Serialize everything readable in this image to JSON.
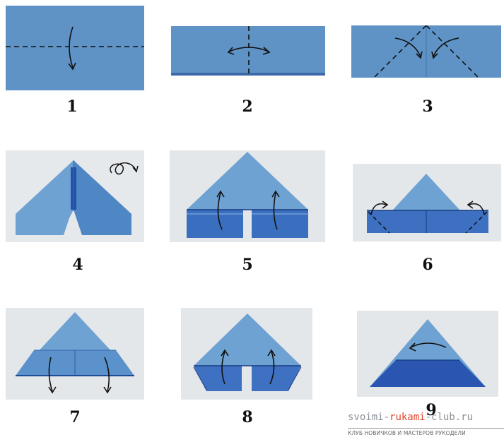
{
  "steps": [
    {
      "number": "1"
    },
    {
      "number": "2"
    },
    {
      "number": "3"
    },
    {
      "number": "4"
    },
    {
      "number": "5"
    },
    {
      "number": "6"
    },
    {
      "number": "7"
    },
    {
      "number": "8"
    },
    {
      "number": "9"
    }
  ],
  "watermark": {
    "part1": "svoimi-",
    "part2": "rukami",
    "part3": "-club.ru",
    "subtitle": "КЛУБ НОВИЧКОВ И МАСТЕРОВ РУКОДЕЛИ"
  },
  "colors": {
    "paper_light": "#6a9fd0",
    "paper_mid": "#5b8fc4",
    "paper_dark": "#2d5fb8",
    "photo_bg": "#e4e7ea",
    "fold_line": "#1a1a1a"
  }
}
